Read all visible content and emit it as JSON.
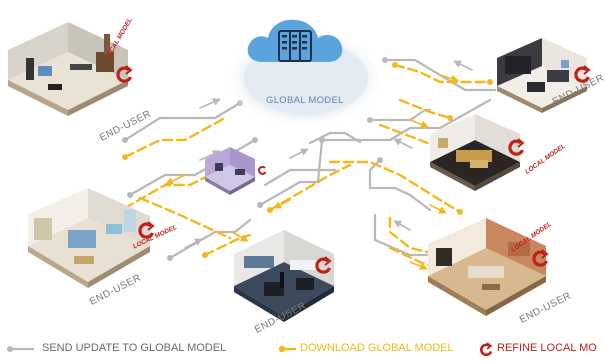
{
  "center": {
    "label": "GLOBAL MODEL"
  },
  "nodes": {
    "end_user_label": "END-USER",
    "local_label": "LOCAL MODEL"
  },
  "legend": {
    "send": "SEND UPDATE TO GLOBAL MODEL",
    "download": "DOWNLOAD GLOBAL MODEL",
    "refine": "REFINE LOCAL MO"
  },
  "colors": {
    "send": "#b8b8b8",
    "download": "#f5b81c",
    "refine": "#c0201a",
    "cloud": "#5aa3dc",
    "cloud_glow": "#dfe7ef",
    "text": "#5a84b8"
  },
  "icons": [
    "cloud-icon",
    "server-rack-icon",
    "refresh-icon",
    "room-icon"
  ]
}
